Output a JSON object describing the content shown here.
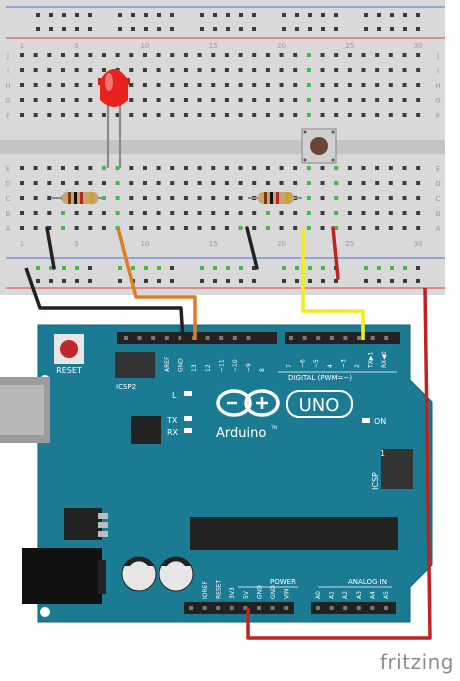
{
  "breadboard": {
    "col_numbers": [
      "1",
      "5",
      "10",
      "15",
      "20",
      "25",
      "30"
    ],
    "row_letters_top": [
      "J",
      "I",
      "H",
      "G",
      "F"
    ],
    "row_letters_bottom": [
      "E",
      "D",
      "C",
      "B",
      "A"
    ],
    "colors": {
      "board": "#d9d9d9",
      "hole": "#3a3a3a",
      "rail_red": "#e53a3a",
      "rail_blue": "#4a6fd8",
      "hole_green": "#3fb94a"
    }
  },
  "components": {
    "led": {
      "name": "led",
      "color": "#e8231e"
    },
    "resistor": {
      "color": "#c8a36d"
    },
    "button": {
      "name": "push-button"
    }
  },
  "arduino": {
    "board_color": "#1b7b93",
    "labels": {
      "reset": "RESET",
      "icsp2": "ICSP2",
      "icsp": "ICSP",
      "brand": "Arduino",
      "tm": "TM",
      "model": "UNO",
      "on": "ON",
      "l": "L",
      "tx": "TX",
      "rx": "RX",
      "digital": "DIGITAL (PWM=~)",
      "power": "POWER",
      "analog": "ANALOG IN",
      "icsp_pin1": "1"
    },
    "top_header_left": [
      "AREF",
      "GND",
      "13",
      "12",
      "~11",
      "~10",
      "~9",
      "8"
    ],
    "top_header_right": [
      "7",
      "~6",
      "~5",
      "4",
      "~3",
      "2",
      "TX▶1",
      "RX◀0"
    ],
    "power_header": [
      "IOREF",
      "RESET",
      "3V3",
      "5V",
      "GND",
      "GND",
      "VIN"
    ],
    "analog_header": [
      "A0",
      "A1",
      "A2",
      "A3",
      "A4",
      "A5"
    ]
  },
  "wires": {
    "colors": {
      "black": "#222222",
      "orange": "#e07b24",
      "yellow": "#f4ec1c",
      "red": "#c3211d"
    }
  },
  "footer": {
    "logo": "fritzing"
  }
}
